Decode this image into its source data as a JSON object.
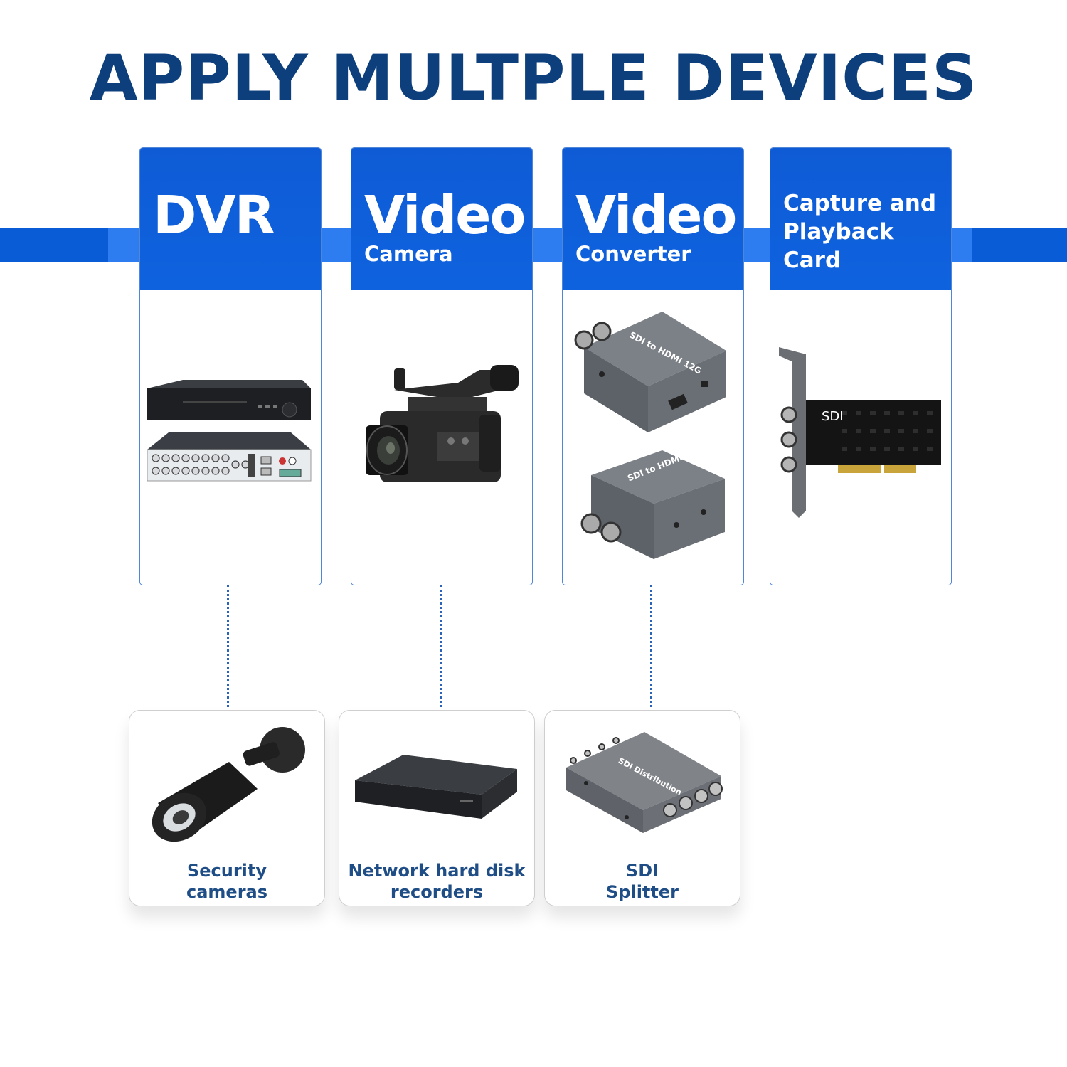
{
  "title": "APPLY MULTPLE DEVICES",
  "colors": {
    "title": "#0c3f7c",
    "header_blue": "#0f5bd6",
    "band": "#0a5bd6",
    "label": "#1f4d86"
  },
  "cards": [
    {
      "big": "DVR",
      "sub": "",
      "icon": "dvr-recorder-icon"
    },
    {
      "big": "Video",
      "sub": "Camera",
      "icon": "video-camera-icon"
    },
    {
      "big": "Video",
      "sub": "Converter",
      "icon": "sdi-converter-icon"
    },
    {
      "caption_line1": "Capture and",
      "caption_line2": "Playback Card",
      "icon": "capture-card-icon"
    }
  ],
  "converter_labels": {
    "top": "SDI to HDMI 12G",
    "bottom": "SDI to HDMI"
  },
  "capture_card_label": "SDI",
  "bottom_cards": [
    {
      "label": "Security\ncameras",
      "icon": "security-camera-icon"
    },
    {
      "label": "Network hard disk\nrecorders",
      "icon": "nvr-recorder-icon"
    },
    {
      "label": "SDI\nSplitter",
      "icon": "sdi-splitter-icon"
    }
  ],
  "splitter_label": "SDI Distribution"
}
